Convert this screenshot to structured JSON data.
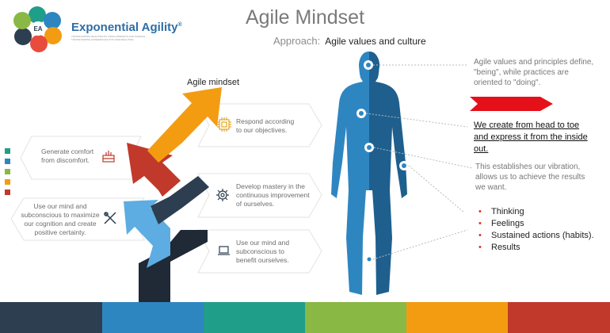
{
  "logo": {
    "name": "Exponential Agility",
    "reg": "®",
    "initials": "EA",
    "tagline": "TRANSFORMING REALITIES BY USING MINDSETS AND SCIENCE - TRANSFORMING EXPERIENCES INTO NEW REALITIES"
  },
  "title": "Agile Mindset",
  "approach": {
    "label": "Approach:",
    "value": "Agile values and culture"
  },
  "diagram": {
    "heading": "Agile mindset",
    "cards": [
      {
        "text_lines": [
          "Respond according",
          "to our objectives."
        ],
        "icon": "chip-icon"
      },
      {
        "text_lines": [
          "Generate comfort",
          "from discomfort."
        ],
        "icon": "cake-icon"
      },
      {
        "text_lines": [
          "Develop mastery in the",
          "continuous improvement",
          "of ourselves."
        ],
        "icon": "gear-icon"
      },
      {
        "text_lines": [
          "Use our mind and",
          "subconscious to maximize",
          "our cognition and create",
          "positive certainty."
        ],
        "icon": "tools-icon"
      },
      {
        "text_lines": [
          "Use our mind and",
          "subconscious to",
          "benefit ourselves."
        ],
        "icon": "laptop-icon"
      }
    ]
  },
  "notes": {
    "values_lines": [
      "Agile values and principles define,",
      "\"being\", while practices are",
      "oriented to \"doing\"."
    ],
    "head_to_toe_lines": [
      "We create from head to toe",
      "and express it from the inside",
      "out."
    ],
    "vibration_lines": [
      "This establishes our vibration,",
      "allows us to achieve the results",
      "we want."
    ],
    "bullets": [
      "Thinking",
      "Feelings",
      "Sustained actions (habits).",
      "Results"
    ]
  },
  "colors": {
    "navy": "#1f2a36",
    "steel": "#2c3e50",
    "blue": "#2e86c1",
    "light_blue": "#5dade2",
    "teal": "#1f9e89",
    "green": "#8bc34a",
    "orange": "#f39c12",
    "red": "#c0392b",
    "figure": "#2471a3"
  },
  "bands": [
    "#2c3e50",
    "#2e86c1",
    "#1f9e89",
    "#8ab845",
    "#f39c12",
    "#c0392b"
  ]
}
